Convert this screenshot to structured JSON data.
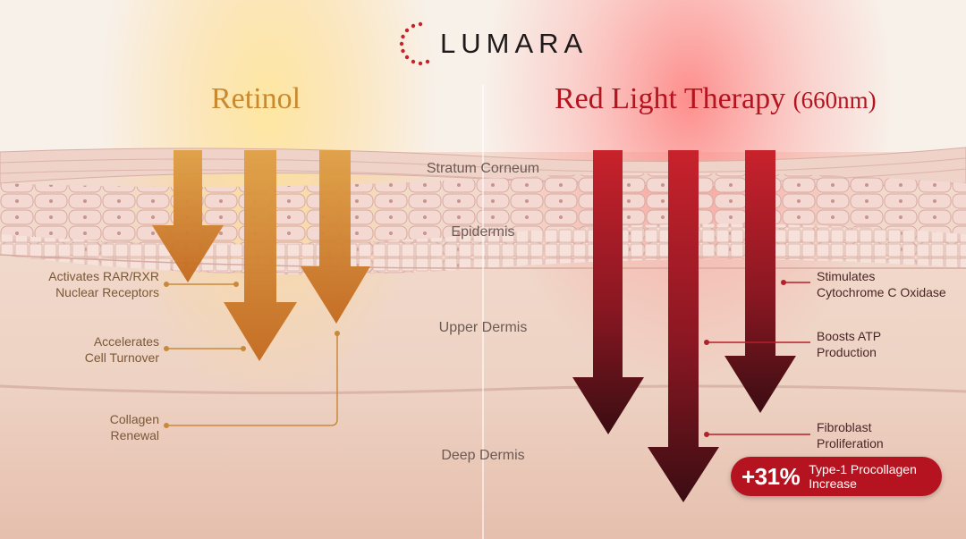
{
  "brand": {
    "name": "LUMARA"
  },
  "panels": {
    "retinol": {
      "title": "Retinol"
    },
    "red_light": {
      "title": "Red Light Therapy",
      "wavelength": "(660nm)"
    }
  },
  "layers": {
    "stratum_corneum": "Stratum Corneum",
    "epidermis": "Epidermis",
    "upper_dermis": "Upper Dermis",
    "deep_dermis": "Deep Dermis"
  },
  "retinol_effects": {
    "receptors": {
      "line1": "Activates RAR/RXR",
      "line2": "Nuclear Receptors"
    },
    "turnover": {
      "line1": "Accelerates",
      "line2": "Cell Turnover"
    },
    "collagen": {
      "line1": "Collagen",
      "line2": "Renewal"
    }
  },
  "red_light_effects": {
    "cytochrome": {
      "line1": "Stimulates",
      "line2": "Cytochrome C Oxidase"
    },
    "atp": {
      "line1": "Boosts ATP",
      "line2": "Production"
    },
    "fibroblast": {
      "line1": "Fibroblast",
      "line2": "Proliferation"
    }
  },
  "result_badge": {
    "value": "+31%",
    "line1": "Type-1 Procollagen",
    "line2": "Increase"
  },
  "colors": {
    "retinol_gold": "#c9892f",
    "red_light": "#b3141f",
    "badge": "#b5131f",
    "skin": "#f0d4c6"
  }
}
